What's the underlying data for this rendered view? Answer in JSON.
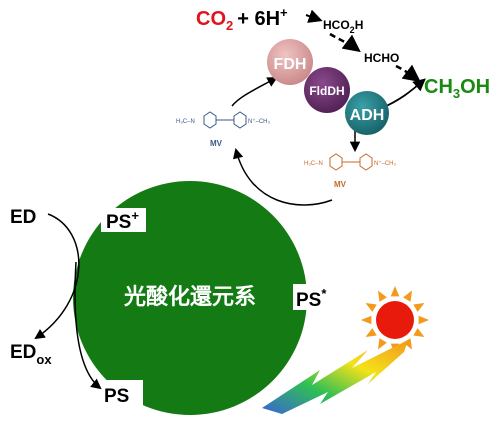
{
  "co2_prefix": "CO",
  "co2_sub": "2",
  "co2_plus": "+ 6H",
  "co2_sup": "+",
  "hco2h_a": "HCO",
  "hco2h_sub": "2",
  "hco2h_b": "H",
  "hcho": "HCHO",
  "ch3oh_a": "CH",
  "ch3oh_sub": "3",
  "ch3oh_b": "OH",
  "fdh": "FDH",
  "fldh": "FldDH",
  "adh": "ADH",
  "mv_label_ox": "MV",
  "mv_label_red": "MV",
  "mv_h3c": "H₃C–N",
  "mv_ch3": "N⁺–CH₃",
  "ps_plus": "PS",
  "ps_plus_sup": "+",
  "ps_star": "PS",
  "ps_star_sup": "*",
  "ps": "PS",
  "ed": "ED",
  "ed_ox": "ED",
  "ed_ox_sub": "ox",
  "center_label": "光酸化還元系",
  "colors": {
    "circle": "#137a14",
    "co2": "#e0141e",
    "ch3oh": "#1b8a12",
    "fdh": "#d89a9a",
    "fldh": "#6a2d6d",
    "adh": "#1e7d86",
    "mv_ox": "#3a5a86",
    "mv_red": "#c46a2a",
    "sun": "#e81a0c",
    "sun_rays": "#f29a1b"
  }
}
